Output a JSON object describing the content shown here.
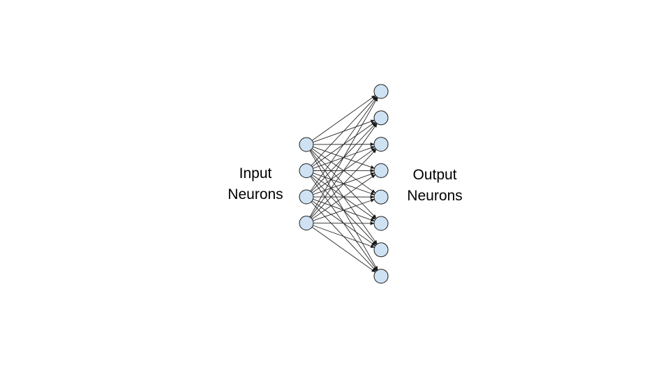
{
  "diagram": {
    "input_label": {
      "line1": "Input",
      "line2": "Neurons"
    },
    "output_label": {
      "line1": "Output",
      "line2": "Neurons"
    },
    "input_neuron_count": 4,
    "output_neuron_count": 8,
    "connection_style": "fully-connected arrows from every input neuron to every output neuron",
    "colors": {
      "neuron_fill": "#cfe2f3",
      "neuron_stroke": "#1a1a1a",
      "edge": "#262626",
      "text": "#000000",
      "background": "#ffffff"
    }
  }
}
